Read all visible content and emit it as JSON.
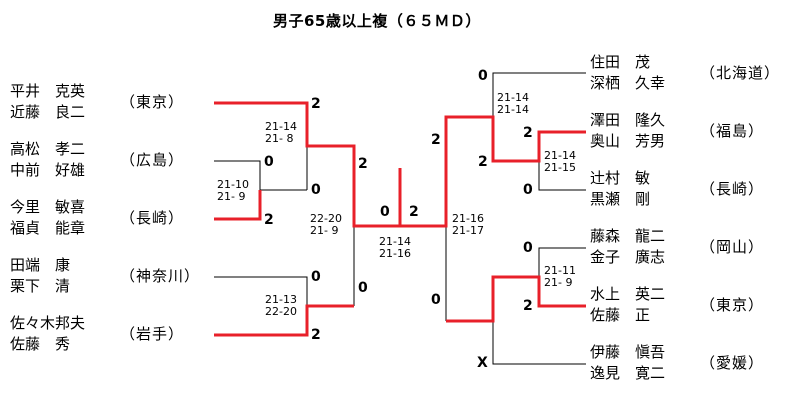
{
  "title": "男子65歳以上複（６５ＭＤ）",
  "players": {
    "left": [
      {
        "p1": "平井　克英",
        "p2": "近藤　良二",
        "pref": "（東京）"
      },
      {
        "p1": "高松　孝二",
        "p2": "中前　好雄",
        "pref": "（広島）"
      },
      {
        "p1": "今里　敏喜",
        "p2": "福貞　能章",
        "pref": "（長崎）"
      },
      {
        "p1": "田端　康",
        "p2": "栗下　清",
        "pref": "（神奈川）"
      },
      {
        "p1": "佐々木邦夫",
        "p2": "佐藤　秀",
        "pref": "（岩手）"
      }
    ],
    "right": [
      {
        "p1": "住田　茂",
        "p2": "深栖　久幸",
        "pref": "（北海道）"
      },
      {
        "p1": "澤田　隆久",
        "p2": "奥山　芳男",
        "pref": "（福島）"
      },
      {
        "p1": "辻村　敏",
        "p2": "黒瀬　剛",
        "pref": "（長崎）"
      },
      {
        "p1": "藤森　龍二",
        "p2": "金子　廣志",
        "pref": "（岡山）"
      },
      {
        "p1": "水上　英二",
        "p2": "佐藤　正",
        "pref": "（東京）"
      },
      {
        "p1": "伊藤　愼吾",
        "p2": "逸見　寛二",
        "pref": "（愛媛）"
      }
    ]
  },
  "scores": {
    "l1_top": "2",
    "l1_r2a": "0",
    "l1_r2b": "0",
    "l1_b2": "2",
    "l_semi_top": "2",
    "l_semi_bot": "0",
    "l_b4": "0",
    "l_b5": "2",
    "final_left": "0",
    "final_right": "2",
    "r_semi_top": "2",
    "r_semi_bot": "0",
    "r_top0": "0",
    "r_top2": "2",
    "r_b3": "0",
    "r_b4": "0",
    "r_b5": "2",
    "r_bye": "X"
  },
  "details": {
    "l_q1": "21-14\n21- 8",
    "l_r1": "21-10\n21- 9",
    "l_q2": "21-13\n22-20",
    "l_semi": "22-20\n21- 9",
    "final": "21-14\n21-16",
    "r_semi": "21-16\n21-17",
    "r_q1": "21-14\n21-14",
    "r_r1": "21-14\n21-15",
    "r_r2": "21-11\n21- 9"
  },
  "colors": {
    "winner_line": "#e8202a",
    "line": "#000000"
  }
}
